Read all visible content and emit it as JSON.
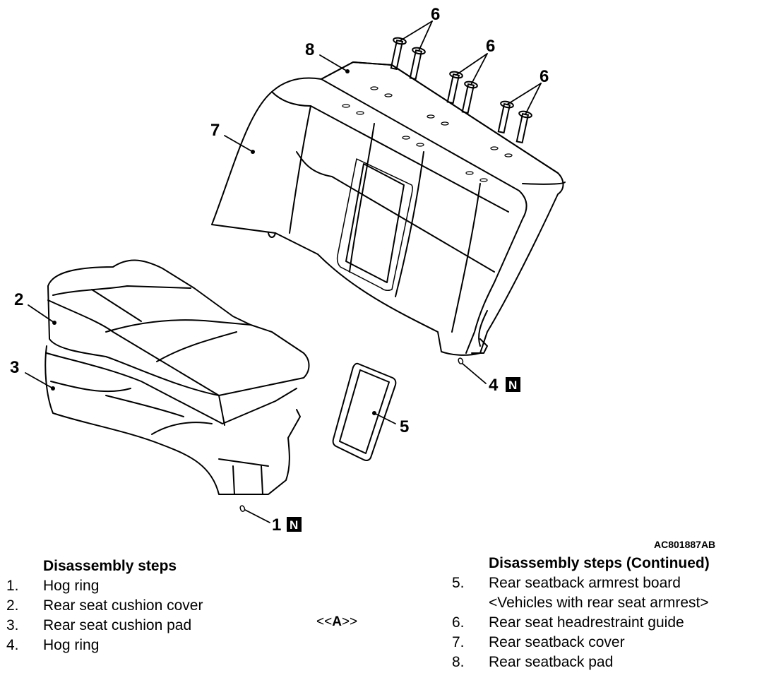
{
  "figure_code": "AC801887AB",
  "callouts": {
    "c1": "1",
    "c2": "2",
    "c3": "3",
    "c4": "4",
    "c5": "5",
    "c6a": "6",
    "c6b": "6",
    "c6c": "6",
    "c7": "7",
    "c8": "8",
    "n_badge": "N"
  },
  "steps_left": {
    "heading": "Disassembly steps",
    "items": [
      {
        "num": "1.",
        "text": "Hog ring"
      },
      {
        "num": "2.",
        "text": "Rear seat cushion cover"
      },
      {
        "num": "3.",
        "text": "Rear seat cushion pad"
      },
      {
        "num": "4.",
        "text": "Hog ring"
      }
    ]
  },
  "ref_mark": {
    "open": "<<",
    "letter": "A",
    "close": ">>"
  },
  "steps_right": {
    "heading": "Disassembly steps (Continued)",
    "items": [
      {
        "num": "5.",
        "text": "Rear seatback armrest board"
      },
      {
        "num": "",
        "text": "<Vehicles with rear seat armrest>"
      },
      {
        "num": "6.",
        "text": "Rear seat headrestraint guide"
      },
      {
        "num": "7.",
        "text": "Rear seatback cover"
      },
      {
        "num": "8.",
        "text": "Rear seatback pad"
      }
    ]
  }
}
